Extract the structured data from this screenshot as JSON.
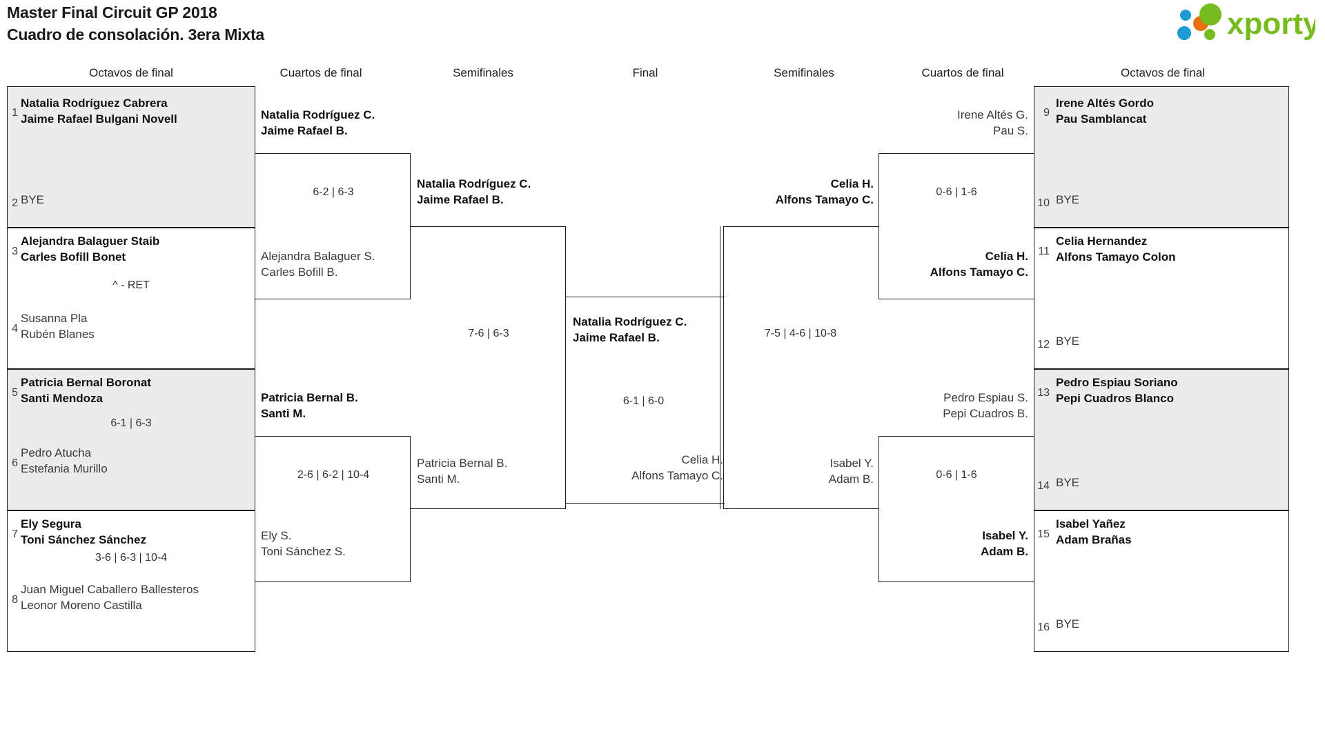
{
  "header": {
    "title_line1": "Master Final Circuit GP 2018",
    "title_line2": "Cuadro de consolación. 3era Mixta",
    "logo_text": "xporty",
    "logo_colors": {
      "green": "#77bc1f",
      "orange": "#e8700f",
      "blue": "#1b9ad6"
    }
  },
  "round_headers": {
    "left_r16": "Octavos de final",
    "left_qf": "Cuartos de final",
    "left_sf": "Semifinales",
    "final": "Final",
    "right_sf": "Semifinales",
    "right_qf": "Cuartos de final",
    "right_r16": "Octavos de final"
  },
  "left": {
    "r16": [
      {
        "seed": "1",
        "p1": "Natalia Rodríguez Cabrera",
        "p2": "Jaime Rafael Bulgani Novell",
        "winner": true,
        "shaded": true
      },
      {
        "seed": "2",
        "p1": "BYE",
        "p2": "",
        "winner": false,
        "shaded": true
      },
      {
        "seed": "3",
        "p1": "Alejandra Balaguer Staib",
        "p2": "Carles Bofill Bonet",
        "winner": true,
        "shaded": false
      },
      {
        "seed": "4",
        "p1": "Susanna Pla",
        "p2": "Rubén Blanes",
        "winner": false,
        "shaded": false
      },
      {
        "seed": "5",
        "p1": "Patricia Bernal Boronat",
        "p2": "Santi Mendoza",
        "winner": true,
        "shaded": true
      },
      {
        "seed": "6",
        "p1": "Pedro Atucha",
        "p2": "Estefania Murillo",
        "winner": false,
        "shaded": true
      },
      {
        "seed": "7",
        "p1": "Ely Segura",
        "p2": "Toni Sánchez Sánchez",
        "winner": true,
        "shaded": false
      },
      {
        "seed": "8",
        "p1": "Juan Miguel Caballero Ballesteros",
        "p2": "Leonor Moreno Castilla",
        "winner": false,
        "shaded": false
      }
    ],
    "r16_scores": [
      "",
      "^ - RET",
      "6-1 | 6-3",
      "3-6 | 6-3 | 10-4"
    ],
    "qf": [
      {
        "p1": "Natalia Rodríguez C.",
        "p2": "Jaime Rafael B.",
        "winner": true
      },
      {
        "p1": "Alejandra Balaguer S.",
        "p2": "Carles Bofill B.",
        "winner": false
      },
      {
        "p1": "Patricia Bernal B.",
        "p2": "Santi M.",
        "winner": true
      },
      {
        "p1": "Ely S.",
        "p2": "Toni Sánchez S.",
        "winner": false
      }
    ],
    "qf_scores": [
      "6-2 | 6-3",
      "2-6 | 6-2 | 10-4"
    ],
    "sf": [
      {
        "p1": "Natalia Rodríguez C.",
        "p2": "Jaime Rafael B.",
        "winner": true
      },
      {
        "p1": "Patricia Bernal B.",
        "p2": "Santi M.",
        "winner": false
      }
    ],
    "sf_scores": [
      "7-6 | 6-3"
    ]
  },
  "final": {
    "winner_side": {
      "p1": "Natalia Rodríguez C.",
      "p2": "Jaime Rafael B.",
      "winner": true
    },
    "loser_side": {
      "p1": "Celia H.",
      "p2": "Alfons Tamayo C.",
      "winner": false
    },
    "score": "6-1 | 6-0"
  },
  "right": {
    "r16": [
      {
        "seed": "9",
        "p1": "Irene Altés Gordo",
        "p2": "Pau Samblancat",
        "winner": true,
        "shaded": true
      },
      {
        "seed": "10",
        "p1": "BYE",
        "p2": "",
        "winner": false,
        "shaded": true
      },
      {
        "seed": "11",
        "p1": "Celia Hernandez",
        "p2": "Alfons Tamayo Colon",
        "winner": true,
        "shaded": false
      },
      {
        "seed": "12",
        "p1": "BYE",
        "p2": "",
        "winner": false,
        "shaded": false
      },
      {
        "seed": "13",
        "p1": "Pedro Espiau Soriano",
        "p2": "Pepi Cuadros Blanco",
        "winner": true,
        "shaded": true
      },
      {
        "seed": "14",
        "p1": "BYE",
        "p2": "",
        "winner": false,
        "shaded": true
      },
      {
        "seed": "15",
        "p1": "Isabel Yañez",
        "p2": "Adam Brañas",
        "winner": true,
        "shaded": false
      },
      {
        "seed": "16",
        "p1": "BYE",
        "p2": "",
        "winner": false,
        "shaded": false
      }
    ],
    "qf": [
      {
        "p1": "Irene Altés G.",
        "p2": "Pau S.",
        "winner": false
      },
      {
        "p1": "Celia H.",
        "p2": "Alfons Tamayo C.",
        "winner": true
      },
      {
        "p1": "Pedro Espiau S.",
        "p2": "Pepi Cuadros B.",
        "winner": false
      },
      {
        "p1": "Isabel Y.",
        "p2": "Adam B.",
        "winner": true
      }
    ],
    "qf_scores": [
      "0-6 | 1-6",
      "0-6 | 1-6"
    ],
    "sf": [
      {
        "p1": "Celia H.",
        "p2": "Alfons Tamayo C.",
        "winner": true
      },
      {
        "p1": "Isabel Y.",
        "p2": "Adam B.",
        "winner": false
      }
    ],
    "sf_scores": [
      "7-5 | 4-6 | 10-8"
    ]
  }
}
